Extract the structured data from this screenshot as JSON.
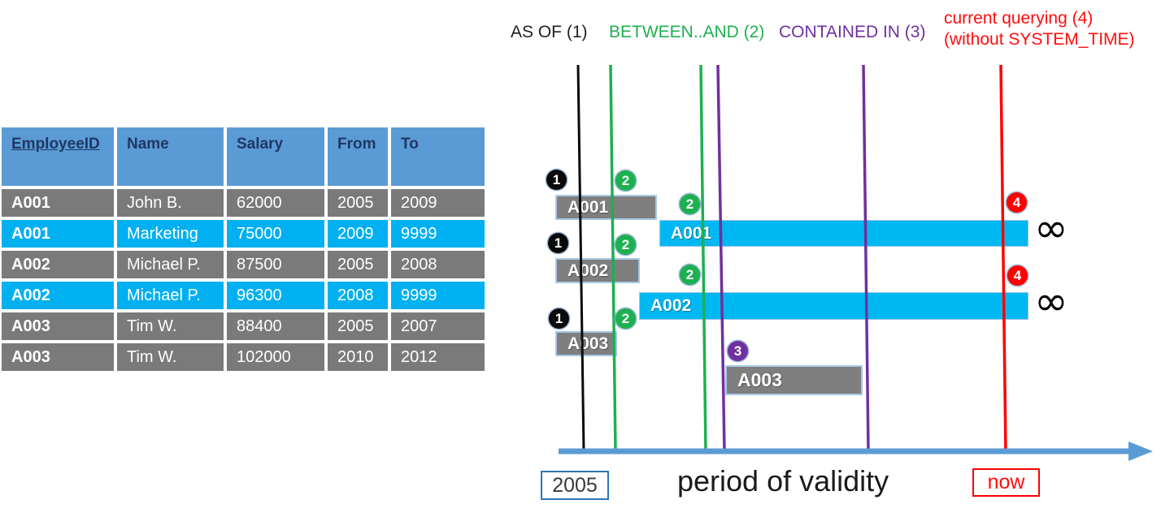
{
  "colors": {
    "header_blue": "#5B9BD5",
    "row_gray": "#7A7A7A",
    "row_cyan": "#00B0F0",
    "bar_gray": "#7F7F7F",
    "bar_cyan": "#00B8F1",
    "bar_border": "#9DC3E6",
    "line_black": "#0a0a0a",
    "line_green": "#1DB04F",
    "line_purple": "#7030A0",
    "line_red": "#FF0000",
    "axis_blue": "#5B9BD5",
    "header_text": "#1F3864",
    "year_box_border": "#2E75B6"
  },
  "table": {
    "headers": [
      "EmployeeID",
      "Name",
      "Salary",
      "From",
      "To"
    ],
    "rows": [
      {
        "cells": [
          "A001",
          "John  B.",
          "62000",
          "2005",
          "2009"
        ],
        "current": false
      },
      {
        "cells": [
          "A001",
          "Marketing",
          "75000",
          "2009",
          "9999"
        ],
        "current": true
      },
      {
        "cells": [
          "A002",
          "Michael P.",
          "87500",
          "2005",
          "2008"
        ],
        "current": false
      },
      {
        "cells": [
          "A002",
          "Michael P.",
          "96300",
          "2008",
          "9999"
        ],
        "current": true
      },
      {
        "cells": [
          "A003",
          "Tim W.",
          "88400",
          "2005",
          "2007"
        ],
        "current": false
      },
      {
        "cells": [
          "A003",
          "Tim W.",
          "102000",
          "2010",
          "2012"
        ],
        "current": false
      }
    ]
  },
  "legend": {
    "as_of": "AS OF (1)",
    "between_and": "BETWEEN..AND (2)",
    "contained_in": "CONTAINED IN (3)",
    "current_line1": "current querying (4)",
    "current_line2": "(without SYSTEM_TIME)"
  },
  "timeline": {
    "bars": [
      {
        "label": "A001",
        "kind": "history"
      },
      {
        "label": "A001",
        "kind": "current",
        "extends_to": "infinity"
      },
      {
        "label": "A002",
        "kind": "history"
      },
      {
        "label": "A002",
        "kind": "current",
        "extends_to": "infinity"
      },
      {
        "label": "A003",
        "kind": "history"
      },
      {
        "label": "A003",
        "kind": "history"
      }
    ],
    "badges": [
      "1",
      "2",
      "2",
      "1",
      "2",
      "2",
      "1",
      "2",
      "3",
      "4",
      "4"
    ],
    "infinity": "∞",
    "axis_start_label": "2005",
    "axis_title": "period of validity",
    "axis_end_label": "now"
  }
}
